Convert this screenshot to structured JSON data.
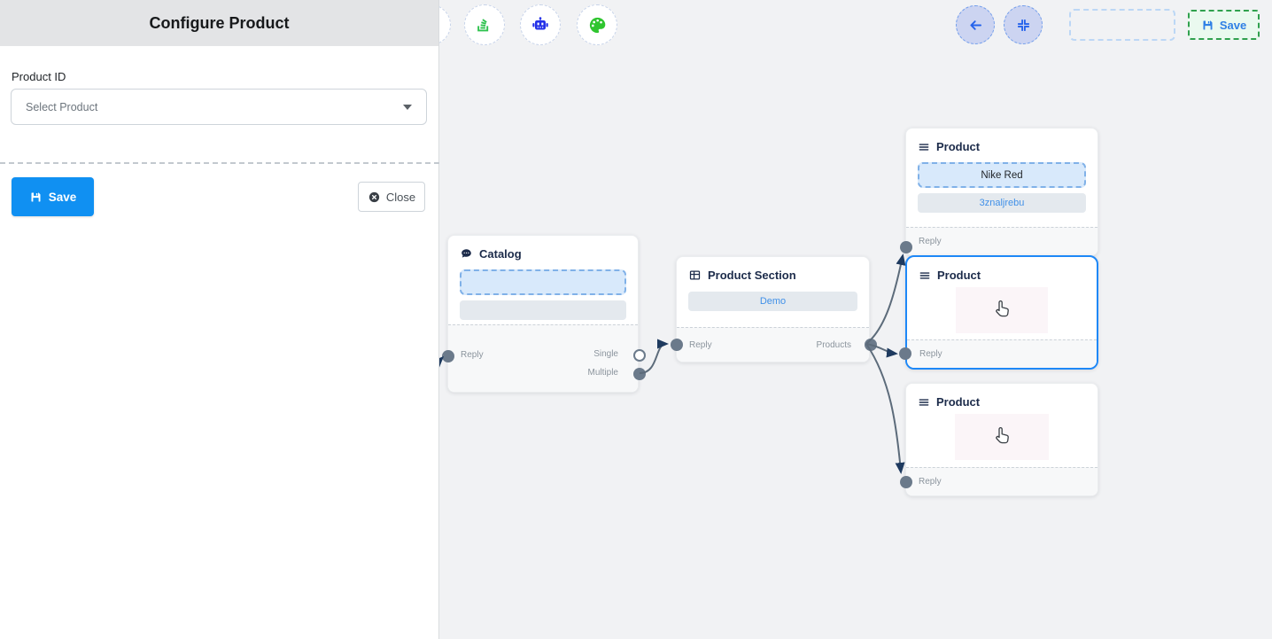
{
  "panel": {
    "title": "Configure Product",
    "field_label": "Product ID",
    "select_placeholder": "Select Product",
    "save_label": "Save",
    "close_label": "Close"
  },
  "toolbar": {
    "icons": [
      "stack-icon",
      "robot-icon",
      "palette-icon"
    ],
    "save_label": "Save"
  },
  "flow": {
    "catalog": {
      "title": "Catalog",
      "reply": "Reply",
      "single": "Single",
      "multiple": "Multiple"
    },
    "product_section": {
      "title": "Product Section",
      "item": "Demo",
      "reply": "Reply",
      "products": "Products"
    },
    "product_top": {
      "title": "Product",
      "item1": "Nike Red",
      "item2": "3znaljrebu",
      "reply": "Reply"
    },
    "product_mid": {
      "title": "Product",
      "reply": "Reply"
    },
    "product_bottom": {
      "title": "Product",
      "reply": "Reply"
    }
  },
  "colors": {
    "primary_blue": "#1090f2",
    "link_blue": "#4090e8",
    "selected_border": "#1e88f7",
    "green_accent": "#30a14e",
    "edge": "#5c6b7a",
    "arrow": "#1e3a5f",
    "canvas_bg": "#f1f2f4",
    "node_footer_bg": "#f7f8f9",
    "header_bg": "#e3e4e6"
  }
}
